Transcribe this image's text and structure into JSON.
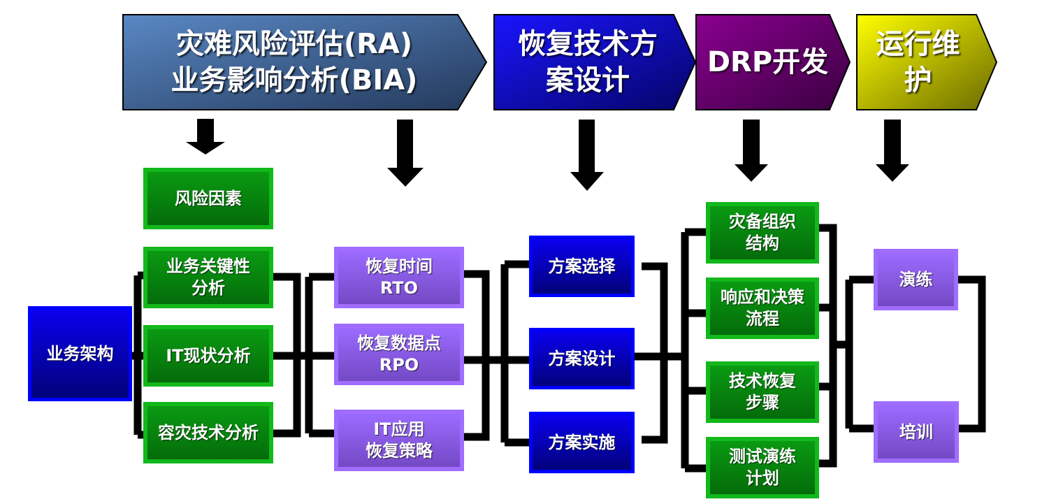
{
  "phases": [
    {
      "id": "ra-bia",
      "lines": [
        "灾难风险评估(RA)",
        "业务影响分析(BIA)"
      ],
      "color_start": "#5a88c4",
      "color_end": "#23395b"
    },
    {
      "id": "design",
      "lines": [
        "恢复技术方",
        "案设计"
      ],
      "color_start": "#1a14ff",
      "color_end": "#050566"
    },
    {
      "id": "drp",
      "lines": [
        "DRP开发"
      ],
      "color_start": "#8a0090",
      "color_end": "#3a0040"
    },
    {
      "id": "ops",
      "lines": [
        "运行维",
        "护"
      ],
      "color_start": "#ffff00",
      "color_end": "#6a6a00"
    }
  ],
  "nodes": {
    "risk_factors": "风险因素",
    "business_arch": "业务架构",
    "business_critical": [
      "业务关键性",
      "分析"
    ],
    "it_status": "IT现状分析",
    "dr_tech": "容灾技术分析",
    "rto": [
      "恢复时间",
      "RTO"
    ],
    "rpo": [
      "恢复数据点",
      "RPO"
    ],
    "it_strategy": [
      "IT应用",
      "恢复策略"
    ],
    "plan_select": "方案选择",
    "plan_design": "方案设计",
    "plan_impl": "方案实施",
    "org": [
      "灾备组织",
      "结构"
    ],
    "response": [
      "响应和决策",
      "流程"
    ],
    "tech_recovery": [
      "技术恢复",
      "步骤"
    ],
    "test_plan": [
      "测试演练",
      "计划"
    ],
    "drill": "演练",
    "training": "培训"
  }
}
